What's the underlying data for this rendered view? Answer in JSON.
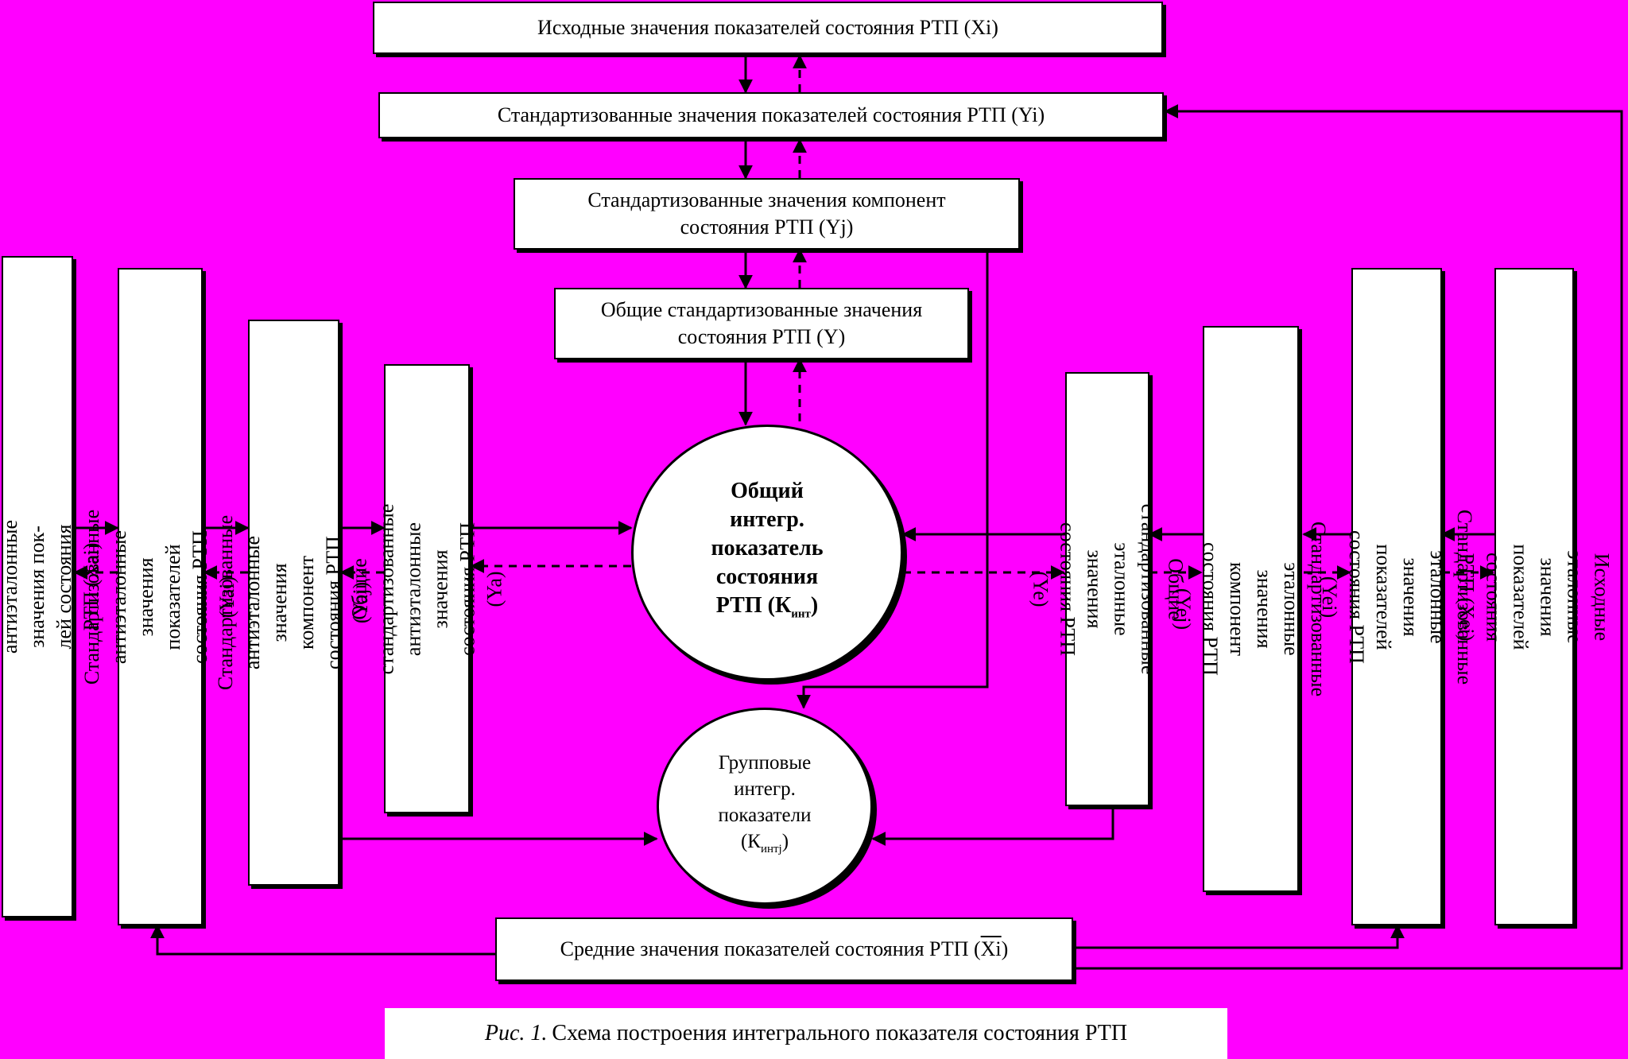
{
  "top_boxes": {
    "xi": "Исходные значения показателей состояния РТП (Xi)",
    "yi": "Стандартизованные значения показателей состояния РТП (Yi)",
    "yj": "Стандартизованные значения компонент состояния РТП (Yj)",
    "y": "Общие стандартизованные значения состояния РТП (Y)"
  },
  "left_boxes": {
    "xai": "Исходные антиэталонные значения пок-лей состояния РТП (Xai)",
    "yai": "Стандартизованные антиэталонные значения показателей состояния РТП  (Yai)",
    "yaj": "Стандартизованные антиэталонные значения компонент состояния РТП  (Yaj)",
    "ya": "Общие стандартизованные антиэталонные значения состояния РТП  (Ya)"
  },
  "right_boxes": {
    "ye": "Общие стандартизованные эталонные значения состояния РТП  (Ye)",
    "yej": "Стандартизованные эталонные значения компонент состояния РТП  (Yej)",
    "yei": "Стандартизованные эталонные значения показателей состояния РТП  (Yei)",
    "xei": "Исходные эталонные значения показателей состояния РТП  (Xei)"
  },
  "main_circle": {
    "line1": "Общий",
    "line2": "интегр.",
    "line3": "показатель",
    "line4": "состояния",
    "line5": "РТП (К",
    "sub": "инт",
    "close": ")"
  },
  "group_circle": {
    "line1": "Групповые",
    "line2": "интегр.",
    "line3": "показатели",
    "line4": "(К",
    "sub": "интj",
    "close": ")"
  },
  "bottom_box": {
    "prefix": "Средние значения показателей состояния РТП (",
    "var": "Xi",
    "close": ")"
  },
  "caption": {
    "label": "Рис. 1.",
    "text": "Схема построения интегрального показателя состояния РТП"
  },
  "colors": {
    "background": "#ff00ff",
    "box": "#ffffff",
    "line": "#000000"
  }
}
